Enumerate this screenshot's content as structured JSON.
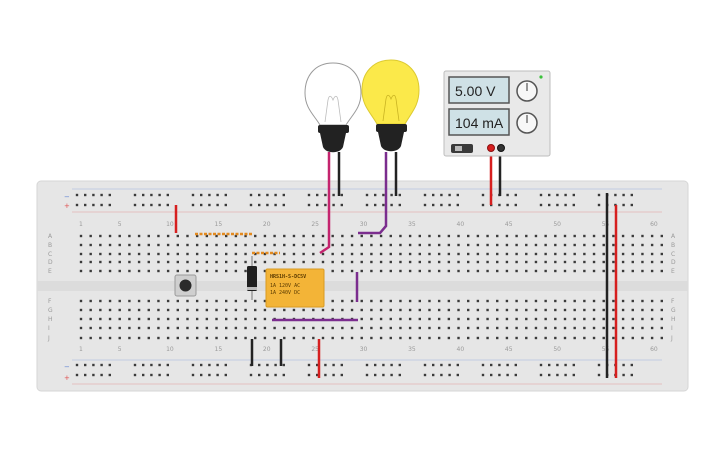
{
  "power_supply": {
    "voltage_display": "5.00 V",
    "current_display": "104 mA"
  },
  "relay": {
    "model": "HRS1H-S-DC5V",
    "rating_ac": "1A 120V AC",
    "rating_dc": "1A 240V DC"
  },
  "breadboard": {
    "column_labels": [
      "1",
      "5",
      "10",
      "15",
      "20",
      "25",
      "30",
      "35",
      "40",
      "45",
      "50",
      "55",
      "60"
    ],
    "row_labels_top": [
      "A",
      "B",
      "C",
      "D",
      "E"
    ],
    "row_labels_bottom": [
      "F",
      "G",
      "H",
      "I",
      "J"
    ],
    "rail_plus": "+",
    "rail_minus": "−"
  },
  "bulbs": [
    {
      "state": "off"
    },
    {
      "state": "on"
    }
  ],
  "colors": {
    "board": "#e6e6e6",
    "hole": "#3a3a3a",
    "wire_red": "#d61f1f",
    "wire_black": "#222222",
    "wire_purple": "#7b2d8e",
    "wire_pink": "#c4246e",
    "wire_orange": "#e38a1f",
    "relay": "#f3b437",
    "bulb_on": "#fbe94a",
    "rail_red": "#e05050",
    "rail_blue": "#5a7fd1"
  }
}
